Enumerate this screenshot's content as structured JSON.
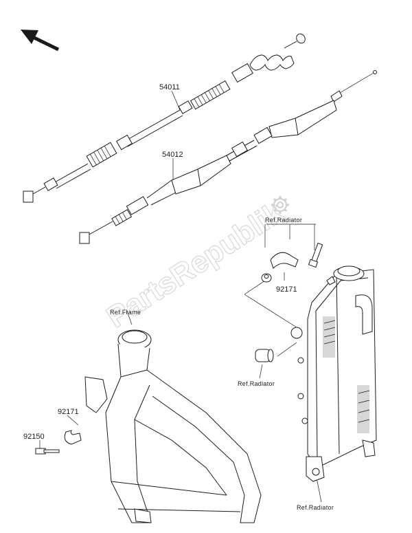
{
  "watermark": "PartsRepublik",
  "parts": {
    "p54011": "54011",
    "p54012": "54012",
    "p92171_right": "92171",
    "p92171_left": "92171",
    "p92150": "92150"
  },
  "refs": {
    "radiator_top": "Ref.Radiator",
    "frame": "Ref.Frame",
    "radiator_mid": "Ref.Radiator",
    "radiator_bottom": "Ref.Radiator"
  },
  "icons": {
    "direction_arrow": "front-direction-arrow-icon",
    "watermark_gear": "gear-icon"
  }
}
